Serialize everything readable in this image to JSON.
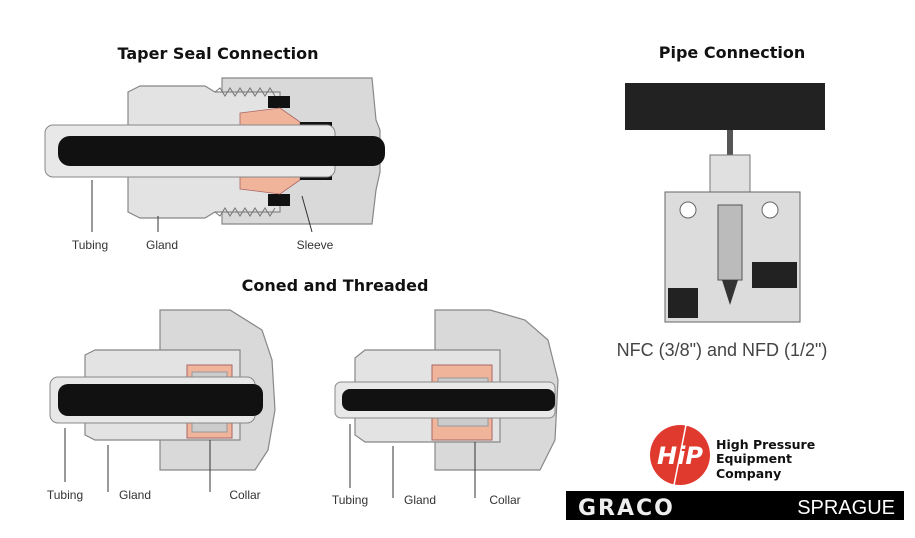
{
  "taper_seal": {
    "title": "Taper Seal Connection",
    "labels": {
      "tubing": "Tubing",
      "gland": "Gland",
      "sleeve": "Sleeve"
    }
  },
  "coned_threaded": {
    "title": "Coned and Threaded",
    "left": {
      "tubing": "Tubing",
      "gland": "Gland",
      "collar": "Collar"
    },
    "right": {
      "tubing": "Tubing",
      "gland": "Gland",
      "collar": "Collar"
    }
  },
  "pipe": {
    "title": "Pipe Connection",
    "caption": "NFC (3/8\") and NFD (1/2\")"
  },
  "logos": {
    "hip_mark": "HiP",
    "hip_line1": "High Pressure",
    "hip_line2": "Equipment",
    "hip_line3": "Company",
    "graco": "GRACO",
    "sprague": "SPRAGUE"
  },
  "colors": {
    "copper": "#f0b49a",
    "hip_red": "#e03a2f",
    "metal": "#d9d9d9"
  }
}
